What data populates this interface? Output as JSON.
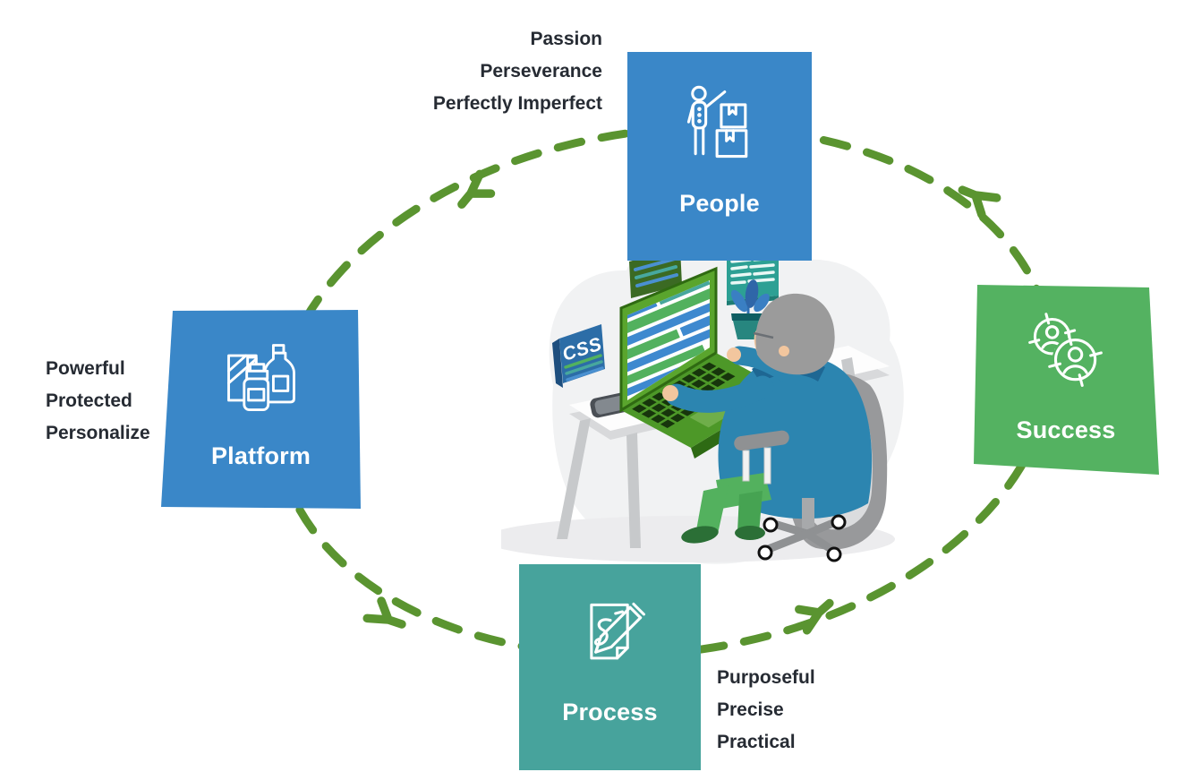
{
  "nodes": {
    "people": {
      "label": "People",
      "color": "#3a87c8",
      "icon": "person-with-boxes-icon",
      "traits": [
        "Passion",
        "Perseverance",
        "Perfectly Imperfect"
      ]
    },
    "success": {
      "label": "Success",
      "color": "#54b261",
      "icon": "target-users-icon"
    },
    "process": {
      "label": "Process",
      "color": "#47a39c",
      "icon": "document-pencil-icon",
      "traits": [
        "Purposeful",
        "Precise",
        "Practical"
      ]
    },
    "platform": {
      "label": "Platform",
      "color": "#3a87c8",
      "icon": "medicine-bottles-icon",
      "traits": [
        "Powerful",
        "Protected",
        "Personalize"
      ]
    }
  },
  "cycle": {
    "color": "#5a9430",
    "style": "dashed",
    "direction": "clockwise"
  },
  "illustration": {
    "css_label": "CSS"
  }
}
